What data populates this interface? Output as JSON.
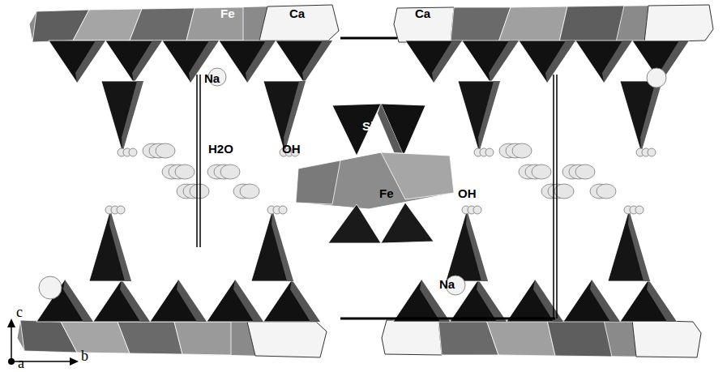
{
  "diagram": {
    "labels": [
      "Fe",
      "Ca",
      "Ca",
      "Na",
      "Si",
      "H2O",
      "OH",
      "Fe",
      "OH",
      "Na",
      "c",
      "b",
      "a"
    ]
  }
}
